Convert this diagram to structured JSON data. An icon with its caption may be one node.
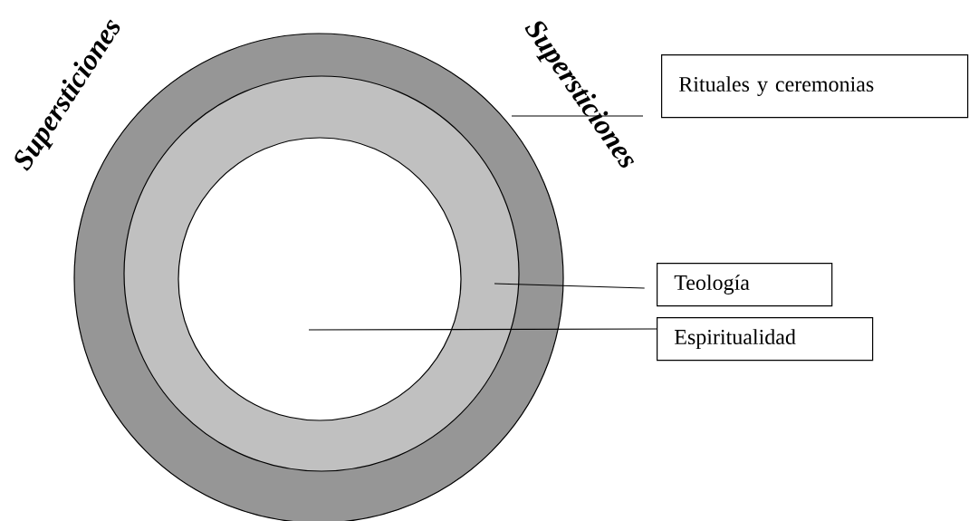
{
  "diagram": {
    "nodes": [
      {
        "text": [],
        "shape": "circle"
      },
      {
        "text": [],
        "shape": "circle",
        "in": 0
      },
      {
        "text": [],
        "shape": "circle",
        "in": 1
      },
      {
        "text": [
          "Rituales y ceremonias"
        ]
      },
      {
        "text": [
          "Teología"
        ]
      },
      {
        "text": [
          "Espiritualidad"
        ]
      }
    ],
    "edges": [
      {
        "from": 3,
        "to": 0,
        "arrow": "none"
      },
      {
        "from": 4,
        "to": 1,
        "arrow": "none"
      },
      {
        "from": 5,
        "to": 2,
        "arrow": "none"
      }
    ],
    "labels": [
      "Supersticiones",
      "Supersticiones"
    ]
  }
}
